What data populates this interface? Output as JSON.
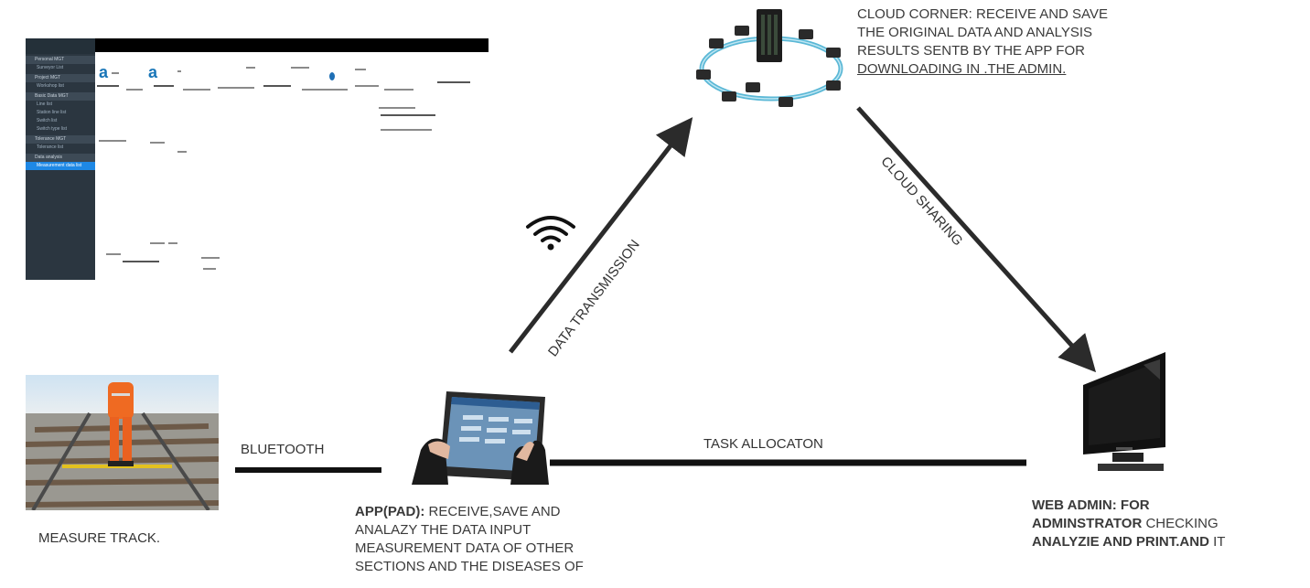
{
  "admin_screenshot": {
    "menu": [
      {
        "group": "Personal MGT",
        "items": [
          "Surveyor List"
        ]
      },
      {
        "group": "Project MGT",
        "items": [
          "Workshop list"
        ]
      },
      {
        "group": "Basic Data MGT",
        "items": [
          "Line list",
          "Station line list",
          "Switch list",
          "Switch type list"
        ]
      },
      {
        "group": "Tolerance MGT",
        "items": [
          "Tolerance list"
        ]
      },
      {
        "group": "Data analysis",
        "items": [
          "Measurement data list"
        ]
      }
    ]
  },
  "cloud": {
    "caption_prefix": "CLOUD CORNER:",
    "caption_lines": [
      "CLOUD CORNER: RECEIVE AND SAVE",
      "THE ORIGINAL DATA AND ANALYSIS",
      "RESULTS SENTB BY THE APP FOR",
      "DOWNLOADING IN .THE ADMIN."
    ]
  },
  "labels": {
    "data_transmission": "DATA TRANSMISSION",
    "cloud_sharing": "CLOUD SHARING",
    "bluetooth": "BLUETOOTH",
    "task_allocation": "TASK ALLOCATON",
    "measure_track": "MEASURE TRACK."
  },
  "app": {
    "title": "APP(PAD):",
    "line1_rest": " RECEIVE,SAVE AND",
    "lines": [
      "ANALAZY THE DATA INPUT",
      "MEASUREMENT DATA OF OTHER",
      "SECTIONS AND  THE DISEASES OF"
    ]
  },
  "web_admin": {
    "title": "WEB ADMIN:",
    "line1_rest": " FOR",
    "line2_bold": "ADMINSTRATOR",
    "line2_rest": " CHECKING",
    "line3_bold": "ANALYZIE AND  PRINT.AND",
    "line3_rest": " IT"
  },
  "colors": {
    "arrow": "#2b2b2b",
    "ring": "#5bb8d6",
    "sidebar": "#2b3640",
    "accent": "#1e88e5"
  }
}
